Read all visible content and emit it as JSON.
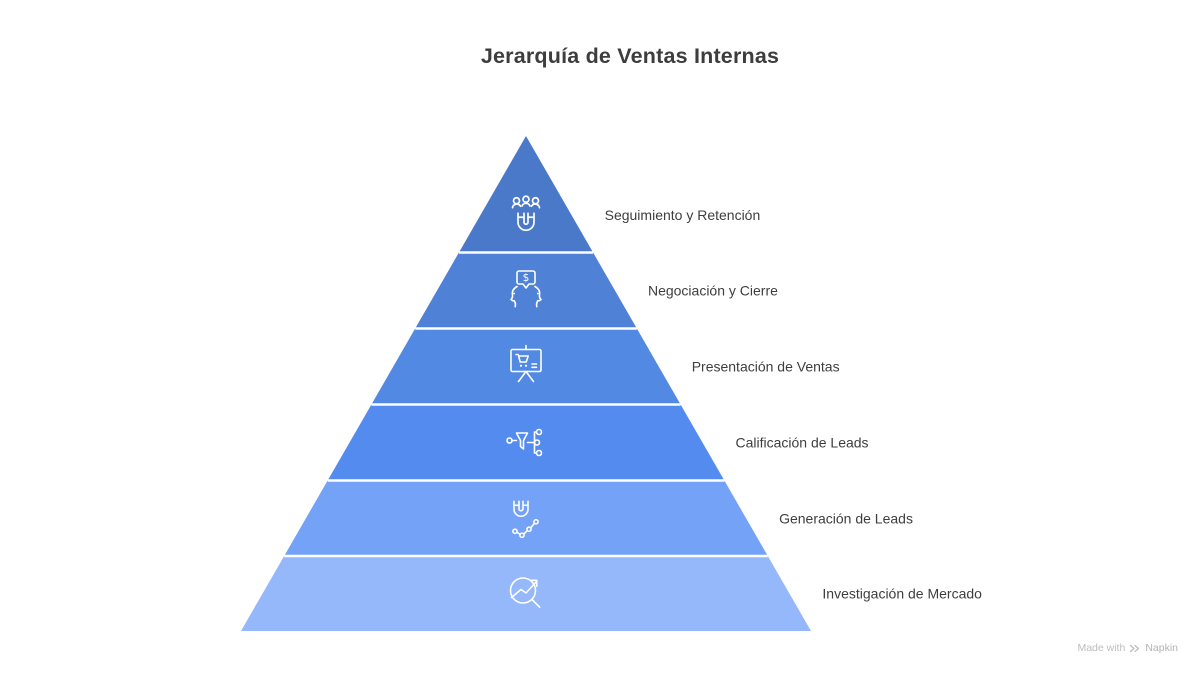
{
  "title": "Jerarquía de Ventas Internas",
  "pyramid": {
    "levels": [
      {
        "label": "Seguimiento y Retención",
        "icon": "magnet-users-icon",
        "color": "#4b79ca"
      },
      {
        "label": "Negociación y Cierre",
        "icon": "negotiation-chat-icon",
        "color": "#4f81d6"
      },
      {
        "label": "Presentación de Ventas",
        "icon": "presentation-cart-icon",
        "color": "#5289e2"
      },
      {
        "label": "Calificación de Leads",
        "icon": "funnel-nodes-icon",
        "color": "#548bef"
      },
      {
        "label": "Generación de Leads",
        "icon": "magnet-chart-icon",
        "color": "#74a2f6"
      },
      {
        "label": "Investigación de Mercado",
        "icon": "search-growth-icon",
        "color": "#94b8fa"
      }
    ],
    "label_color": "#3e3e3e",
    "icon_stroke": "#ffffff",
    "separator_color": "#ffffff"
  },
  "watermark": {
    "prefix": "Made with",
    "brand": "Napkin"
  }
}
